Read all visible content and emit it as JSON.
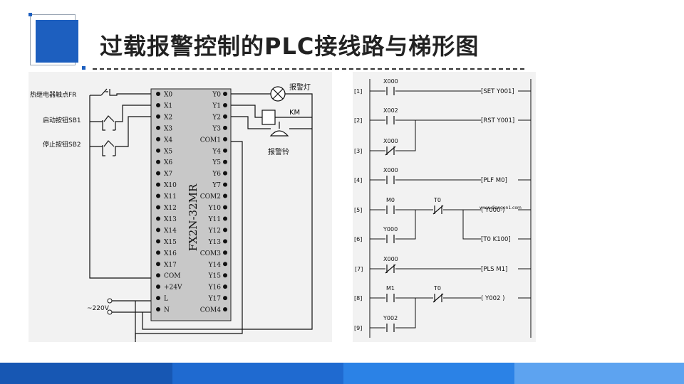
{
  "title": "过载报警控制的PLC接线路与梯形图",
  "wiring": {
    "plc_model": "FX2N-32MR",
    "inputs_left": [
      {
        "label": "热继电器触点FR"
      },
      {
        "label": "启动按钮SB1"
      },
      {
        "label": "停止按钮SB2"
      }
    ],
    "supply_label": "~220V",
    "left_terminals": [
      "X0",
      "X1",
      "X2",
      "X3",
      "X4",
      "X5",
      "X6",
      "X7",
      "X10",
      "X11",
      "X12",
      "X13",
      "X14",
      "X15",
      "X16",
      "X17",
      "COM",
      "+24V",
      "L",
      "N"
    ],
    "right_terminals": [
      "Y0",
      "Y1",
      "Y2",
      "Y3",
      "COM1",
      "Y4",
      "Y5",
      "Y6",
      "Y7",
      "COM2",
      "Y10",
      "Y11",
      "Y12",
      "Y13",
      "COM3",
      "Y14",
      "Y15",
      "Y16",
      "Y17",
      "COM4"
    ],
    "outputs": {
      "lamp": "报警灯",
      "coil": "KM",
      "bell": "报警铃"
    }
  },
  "ladder": {
    "rungs": [
      "[1]",
      "[2]",
      "[3]",
      "[4]",
      "[5]",
      "[6]",
      "[7]",
      "[8]",
      "[9]"
    ],
    "contacts": [
      "X000",
      "X002",
      "X000",
      "X000",
      "M0",
      "T0",
      "Y000",
      "X000",
      "M1",
      "T0",
      "Y002"
    ],
    "instructions": [
      "[SET Y001]",
      "[RST Y001]",
      "[PLF   M0]",
      "(  Y000  )",
      "[T0   K100]",
      "[PLS   M1]",
      "(   Y002   )"
    ],
    "watermark": "www.diangon1.com"
  },
  "colors": {
    "accent": "#1d5fbf",
    "panel": "#f2f2f2",
    "plc_body": "#c8c8c8"
  }
}
